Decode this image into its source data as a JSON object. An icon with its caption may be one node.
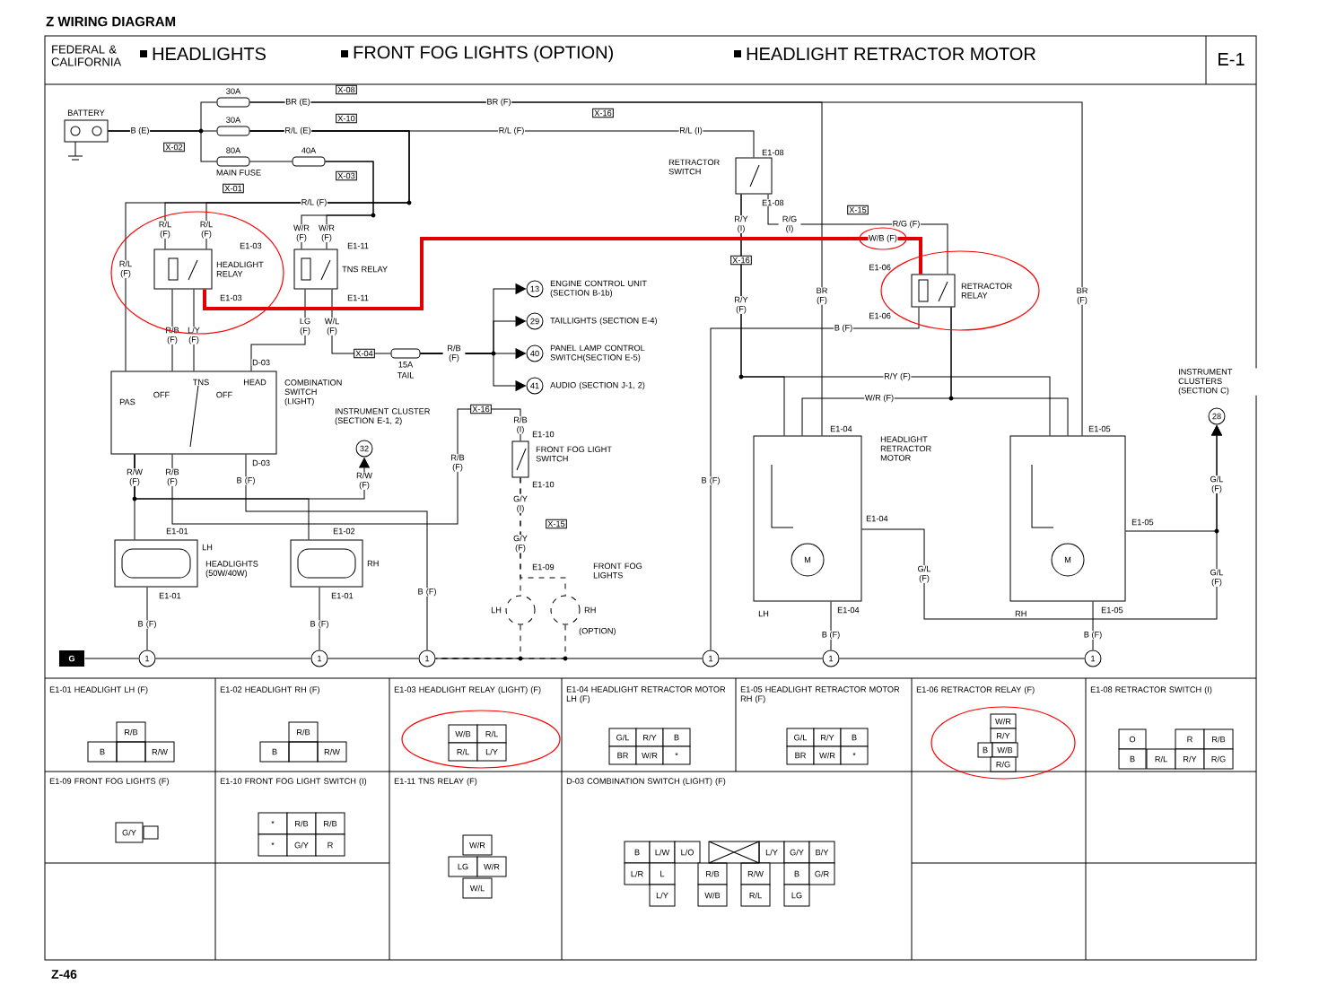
{
  "diagram": {
    "title": "Z WIRING DIAGRAM",
    "nodes": [
      {
        "text": [
          "BATTERY"
        ]
      },
      {
        "text": [
          "30A"
        ]
      },
      {
        "text": [
          "30A"
        ]
      },
      {
        "text": [
          "80A",
          "MAIN FUSE"
        ]
      },
      {
        "text": [
          "40A"
        ]
      },
      {
        "text": [
          "HEADLIGHT RELAY"
        ]
      },
      {
        "text": [
          "TNS RELAY"
        ]
      },
      {
        "text": [
          "PAS",
          "OFF",
          "TNS",
          "OFF",
          "HEAD",
          "COMBINATION SWITCH (LIGHT)"
        ]
      },
      {
        "text": [
          "LH",
          "HEADLIGHTS (50W/40W)"
        ]
      },
      {
        "text": [
          "RH"
        ]
      },
      {
        "text": [
          "FRONT FOG LIGHT SWITCH"
        ]
      },
      {
        "text": [
          "LH"
        ]
      },
      {
        "text": [
          "RH"
        ]
      },
      {
        "text": [
          "RETRACTOR SWITCH"
        ]
      },
      {
        "text": [
          "RETRACTOR RELAY"
        ]
      },
      {
        "text": [
          "M",
          "LH"
        ]
      },
      {
        "text": [
          "M",
          "RH"
        ]
      },
      {
        "text": [
          "13"
        ],
        "beside": [
          "ENGINE CONTROL UNIT (SECTION B-1b)"
        ]
      },
      {
        "text": [
          "29"
        ],
        "beside": [
          "TAILLIGHTS (SECTION E-4)"
        ]
      },
      {
        "text": [
          "40"
        ],
        "beside": [
          "PANEL LAMP CONTROL SWITCH(SECTION E-5)"
        ]
      },
      {
        "text": [
          "41"
        ],
        "beside": [
          "AUDIO (SECTION J-1, 2)"
        ]
      },
      {
        "text": [
          "32"
        ],
        "beside": [
          "INSTRUMENT CLUSTER (SECTION E-1, 2)"
        ]
      },
      {
        "text": [
          "28"
        ],
        "beside": [
          "INSTRUMENT CLUSTERS (SECTION C)"
        ]
      },
      {
        "text": [
          "15A",
          "TAIL"
        ]
      },
      {
        "text": [
          "1"
        ]
      },
      {
        "text": [
          "1"
        ]
      },
      {
        "text": [
          "1"
        ]
      },
      {
        "text": [
          "1"
        ]
      },
      {
        "text": [
          "1"
        ]
      },
      {
        "text": [
          "1"
        ]
      },
      {
        "text": [
          "G"
        ]
      }
    ],
    "edges": [
      {
        "from": 0,
        "to": 1,
        "arrow": "none"
      },
      {
        "from": 0,
        "to": 2,
        "arrow": "none"
      },
      {
        "from": 0,
        "to": 3,
        "arrow": "none"
      },
      {
        "from": 3,
        "to": 4,
        "arrow": "none"
      },
      {
        "from": 1,
        "to": 15,
        "arrow": "none"
      },
      {
        "from": 1,
        "to": 16,
        "arrow": "none"
      },
      {
        "from": 2,
        "to": 13,
        "arrow": "none"
      },
      {
        "from": 2,
        "to": 5,
        "arrow": "none"
      },
      {
        "from": 2,
        "to": 5,
        "arrow": "none"
      },
      {
        "from": 2,
        "to": 7,
        "arrow": "none"
      },
      {
        "from": 4,
        "to": 6,
        "arrow": "none"
      },
      {
        "from": 4,
        "to": 6,
        "arrow": "none"
      },
      {
        "from": 5,
        "to": 7,
        "arrow": "none"
      },
      {
        "from": 5,
        "to": 7,
        "arrow": "none"
      },
      {
        "from": 6,
        "to": 7,
        "arrow": "none"
      },
      {
        "from": 6,
        "to": 23,
        "arrow": "none"
      },
      {
        "from": 23,
        "to": 17,
        "arrow": "to"
      },
      {
        "from": 23,
        "to": 18,
        "arrow": "to"
      },
      {
        "from": 23,
        "to": 19,
        "arrow": "to"
      },
      {
        "from": 23,
        "to": 20,
        "arrow": "to"
      },
      {
        "from": 7,
        "to": 8,
        "arrow": "none"
      },
      {
        "from": 7,
        "to": 9,
        "arrow": "none"
      },
      {
        "from": 7,
        "to": 21,
        "arrow": "to"
      },
      {
        "from": 7,
        "to": 10,
        "arrow": "none"
      },
      {
        "from": 7,
        "to": 26,
        "arrow": "none"
      },
      {
        "from": 8,
        "to": 24,
        "arrow": "none"
      },
      {
        "from": 9,
        "to": 25,
        "arrow": "none"
      },
      {
        "from": 10,
        "to": 11,
        "arrow": "none",
        "style": "dashed"
      },
      {
        "from": 10,
        "to": 12,
        "arrow": "none",
        "style": "dashed"
      },
      {
        "from": 11,
        "to": 26,
        "arrow": "none",
        "style": "dashed"
      },
      {
        "from": 12,
        "to": 26,
        "arrow": "none",
        "style": "dashed"
      },
      {
        "from": 30,
        "to": 24,
        "arrow": "none"
      },
      {
        "from": 24,
        "to": 25,
        "arrow": "none"
      },
      {
        "from": 25,
        "to": 26,
        "arrow": "none"
      },
      {
        "from": 26,
        "to": 27,
        "arrow": "none"
      },
      {
        "from": 27,
        "to": 28,
        "arrow": "none"
      },
      {
        "from": 28,
        "to": 29,
        "arrow": "none"
      },
      {
        "from": 13,
        "to": 15,
        "arrow": "none"
      },
      {
        "from": 13,
        "to": 16,
        "arrow": "none"
      },
      {
        "from": 13,
        "to": 14,
        "arrow": "none"
      },
      {
        "from": 5,
        "to": 14,
        "arrow": "none",
        "style": "thick",
        "color": "#e00000"
      },
      {
        "from": 14,
        "to": 27,
        "arrow": "none"
      },
      {
        "from": 14,
        "to": 15,
        "arrow": "none"
      },
      {
        "from": 14,
        "to": 16,
        "arrow": "none"
      },
      {
        "from": 15,
        "to": 28,
        "arrow": "none"
      },
      {
        "from": 16,
        "to": 29,
        "arrow": "none"
      },
      {
        "from": 15,
        "to": 22,
        "arrow": "to"
      },
      {
        "from": 16,
        "to": 22,
        "arrow": "to"
      }
    ],
    "labels": [
      "FEDERAL & CALIFORNIA",
      "HEADLIGHTS",
      "FRONT FOG LIGHTS (OPTION)",
      "HEADLIGHT RETRACTOR MOTOR",
      "E-1",
      "Z-46",
      "B (E)",
      "X-02",
      "BR (E)",
      "X-08",
      "BR (F)",
      "R/L (E)",
      "X-10",
      "R/L (F)",
      "X-16",
      "R/L (I)",
      "X-03",
      "X-01",
      "R/L (F)",
      "R/L (F)",
      "R/L (F)",
      "W/R (F)",
      "W/R (F)",
      "E1-03",
      "E1-11",
      "E1-03",
      "E1-11",
      "R/L (F)",
      "R/B (F)",
      "L/Y (F)",
      "LG (F)",
      "W/L (F)",
      "X-04",
      "R/B (F)",
      "D-03",
      "D-03",
      "R/W (F)",
      "R/B (F)",
      "B (F)",
      "R/W (F)",
      "X-16",
      "R/B (F)",
      "R/B (I)",
      "E1-10",
      "E1-10",
      "G/Y (I)",
      "X-15",
      "G/Y (F)",
      "E1-09",
      "FRONT FOG LIGHTS",
      "(OPTION)",
      "E1-01",
      "E1-02",
      "E1-01",
      "E1-01",
      "B (F)",
      "B (F)",
      "B (F)",
      "E1-08",
      "E1-08",
      "R/Y (I)",
      "R/G (I)",
      "X-15",
      "R/G (F)",
      "W/B (F)",
      "X-16",
      "BR (F)",
      "R/Y (F)",
      "E1-06",
      "E1-06",
      "B (F)",
      "BR (F)",
      "R/Y (F)",
      "W/R (F)",
      "E1-04",
      "E1-05",
      "E1-04",
      "E1-05",
      "G/L (F)",
      "G/L (F)",
      "G/L (F)",
      "E1-04",
      "E1-05",
      "B (F)",
      "B (F)",
      "B (F)",
      "HEADLIGHT RETRACTOR MOTOR",
      "E1-01 HEADLIGHT LH (F)",
      "E1-02 HEADLIGHT RH (F)",
      "E1-03 HEADLIGHT RELAY (LIGHT) (F)",
      "E1-04 HEADLIGHT RETRACTOR MOTOR LH (F)",
      "E1-05 HEADLIGHT RETRACTOR MOTOR RH (F)",
      "E1-06 RETRACTOR RELAY (F)",
      "E1-08 RETRACTOR SWITCH (I)",
      "E1-09 FRONT FOG LIGHTS (F)",
      "E1-10 FRONT FOG LIGHT SWITCH (I)",
      "E1-11 TNS RELAY (F)",
      "D-03 COMBINATION SWITCH (LIGHT) (F)",
      "R/B",
      "B",
      "R/W",
      "R/B",
      "B",
      "R/W",
      "W/B",
      "R/L",
      "R/L",
      "L/Y",
      "G/L",
      "R/Y",
      "B",
      "BR",
      "W/R",
      "*",
      "G/L",
      "R/Y",
      "B",
      "BR",
      "W/R",
      "*",
      "W/R",
      "R/Y",
      "B",
      "W/B",
      "R/G",
      "O",
      "R",
      "R/B",
      "B",
      "R/L",
      "R/Y",
      "R/G",
      "G/Y",
      "*",
      "R/B",
      "R/B",
      "*",
      "G/Y",
      "R",
      "W/R",
      "LG",
      "W/R",
      "W/L",
      "B",
      "L/W",
      "L/O",
      "L/Y",
      "G/Y",
      "B/Y",
      "L/R",
      "L",
      "R/B",
      "R/W",
      "B",
      "G/R",
      "L/Y",
      "W/B",
      "R/L",
      "LG"
    ]
  }
}
